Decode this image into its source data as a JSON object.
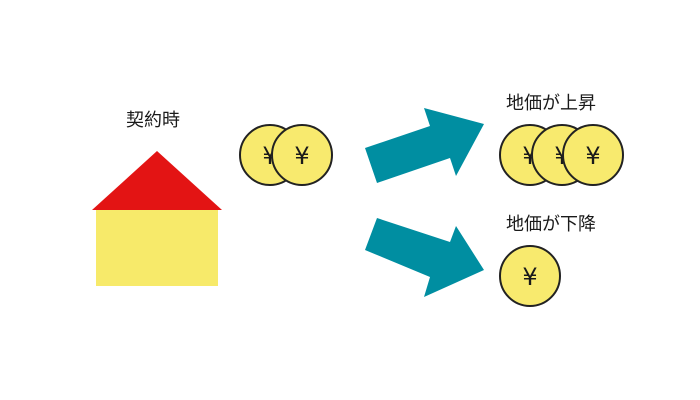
{
  "labels": {
    "contract": "契約時",
    "rise": "地価が上昇",
    "fall": "地価が下降"
  },
  "coin_symbol": "¥",
  "colors": {
    "roof": "#e31414",
    "house_body": "#f7ea6a",
    "coin_fill": "#f8ea6e",
    "coin_stroke": "#222222",
    "arrow": "#008ea1"
  }
}
